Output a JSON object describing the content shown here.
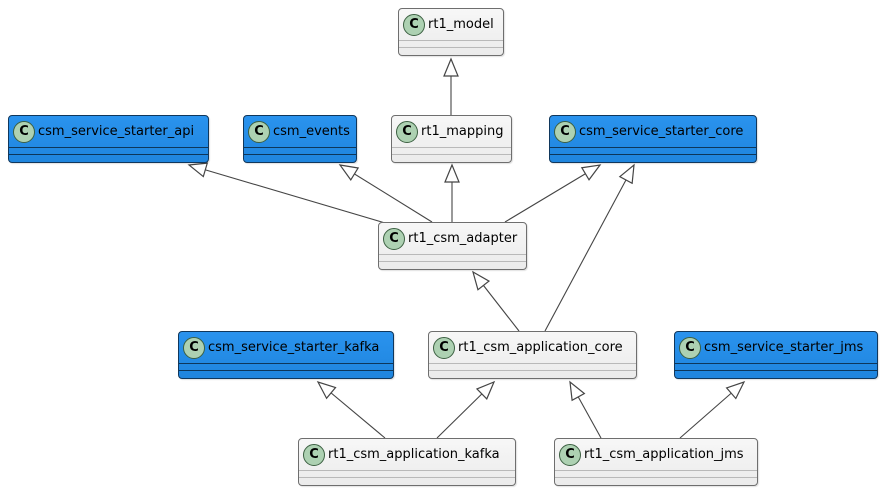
{
  "diagram": {
    "type": "uml-class-diagram",
    "icon_letter": "C",
    "colors": {
      "class_blue_fill": "#2490EA",
      "class_light_fill": "#F1F1F1",
      "icon_green_fill": "#ADD1B2",
      "edge_line": "#454545",
      "text": "#000000"
    }
  },
  "nodes": [
    {
      "id": "rt1_model",
      "label": "rt1_model",
      "stereotype": "class",
      "variant": "light"
    },
    {
      "id": "csm_service_starter_api",
      "label": "csm_service_starter_api",
      "stereotype": "class",
      "variant": "blue"
    },
    {
      "id": "csm_events",
      "label": "csm_events",
      "stereotype": "class",
      "variant": "blue"
    },
    {
      "id": "rt1_mapping",
      "label": "rt1_mapping",
      "stereotype": "class",
      "variant": "light"
    },
    {
      "id": "csm_service_starter_core",
      "label": "csm_service_starter_core",
      "stereotype": "class",
      "variant": "blue"
    },
    {
      "id": "rt1_csm_adapter",
      "label": "rt1_csm_adapter",
      "stereotype": "class",
      "variant": "light"
    },
    {
      "id": "csm_service_starter_kafka",
      "label": "csm_service_starter_kafka",
      "stereotype": "class",
      "variant": "blue"
    },
    {
      "id": "rt1_csm_application_core",
      "label": "rt1_csm_application_core",
      "stereotype": "class",
      "variant": "light"
    },
    {
      "id": "csm_service_starter_jms",
      "label": "csm_service_starter_jms",
      "stereotype": "class",
      "variant": "blue"
    },
    {
      "id": "rt1_csm_application_kafka",
      "label": "rt1_csm_application_kafka",
      "stereotype": "class",
      "variant": "light"
    },
    {
      "id": "rt1_csm_application_jms",
      "label": "rt1_csm_application_jms",
      "stereotype": "class",
      "variant": "light"
    }
  ],
  "edges": [
    {
      "from": "rt1_mapping",
      "to": "rt1_model",
      "type": "extends"
    },
    {
      "from": "rt1_csm_adapter",
      "to": "csm_service_starter_api",
      "type": "extends"
    },
    {
      "from": "rt1_csm_adapter",
      "to": "csm_events",
      "type": "extends"
    },
    {
      "from": "rt1_csm_adapter",
      "to": "rt1_mapping",
      "type": "extends"
    },
    {
      "from": "rt1_csm_adapter",
      "to": "csm_service_starter_core",
      "type": "extends"
    },
    {
      "from": "rt1_csm_application_core",
      "to": "rt1_csm_adapter",
      "type": "extends"
    },
    {
      "from": "rt1_csm_application_core",
      "to": "csm_service_starter_core",
      "type": "extends"
    },
    {
      "from": "rt1_csm_application_kafka",
      "to": "csm_service_starter_kafka",
      "type": "extends"
    },
    {
      "from": "rt1_csm_application_kafka",
      "to": "rt1_csm_application_core",
      "type": "extends"
    },
    {
      "from": "rt1_csm_application_jms",
      "to": "rt1_csm_application_core",
      "type": "extends"
    },
    {
      "from": "rt1_csm_application_jms",
      "to": "csm_service_starter_jms",
      "type": "extends"
    }
  ]
}
